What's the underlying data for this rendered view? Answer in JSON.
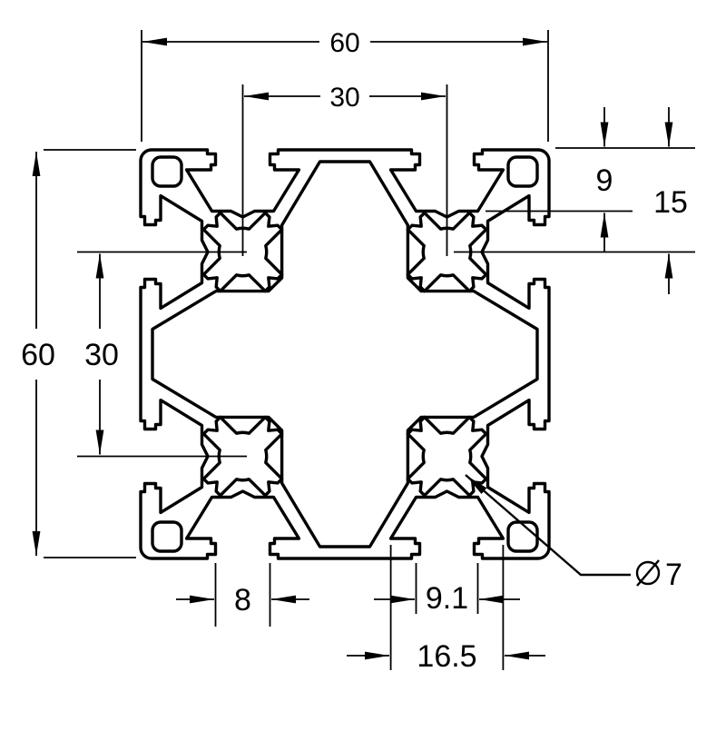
{
  "drawing": {
    "type": "technical-cross-section",
    "subject": "60x60 T-slot aluminum extrusion profile",
    "units_shown": "mm",
    "background_color": "#ffffff",
    "line_color": "#000000"
  },
  "dims": {
    "overall_width": "60",
    "pitch_horizontal": "30",
    "overall_height": "60",
    "pitch_vertical": "30",
    "slot_depth": "9",
    "bore_center_depth": "15",
    "slot_opening": "8",
    "slot_floor_width": "9.1",
    "slot_inner_width": "16.5",
    "bore_diameter": "7"
  }
}
